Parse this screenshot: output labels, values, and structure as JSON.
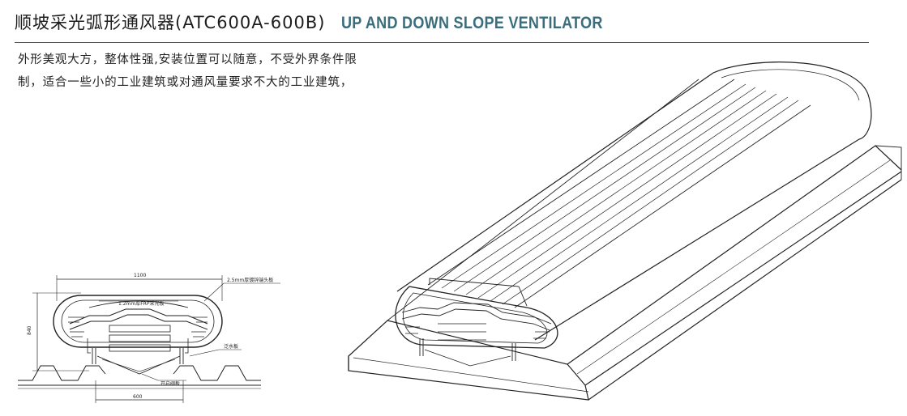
{
  "header": {
    "title_cn": "顺坡采光弧形通风器(ATC600A-600B)",
    "title_en": "UP AND DOWN SLOPE VENTILATOR"
  },
  "description": [
    "外形美观大方，整体性强,安装位置可以随意，不受外界条件限",
    "制，适合一些小的工业建筑或对通风量要求不大的工业建筑，"
  ],
  "drawing": {
    "dim_width": "1100",
    "dim_height": "840",
    "dim_throat": "600",
    "label_endplate": "2.5mm厚镀锌端头板",
    "label_fiberglass": "1.2mm厚FRP采光板",
    "label_flashing": "泛水板",
    "label_valve": "开启阀板"
  }
}
